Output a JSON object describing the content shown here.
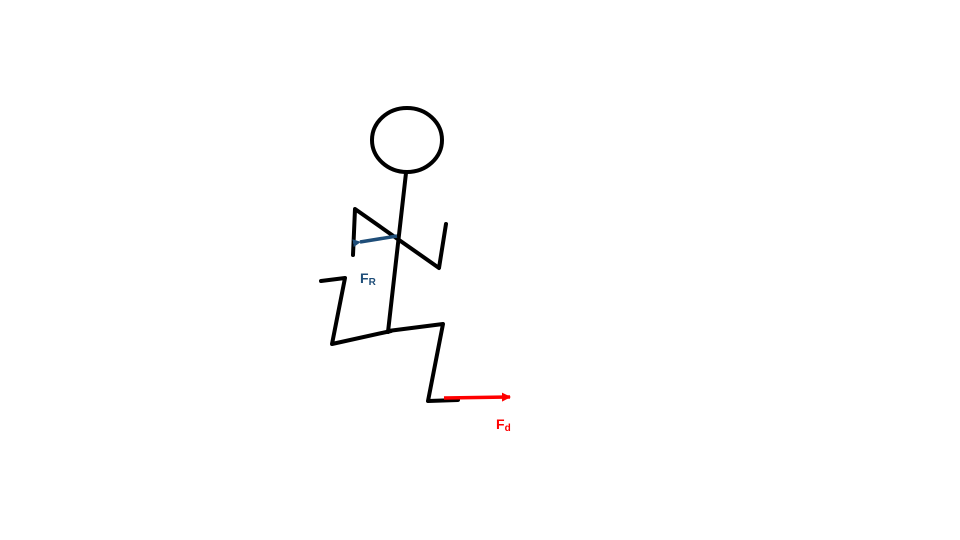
{
  "diagram": {
    "labels": {
      "friction_force": {
        "main": "F",
        "sub": "R"
      },
      "drive_force": {
        "main": "F",
        "sub": "d"
      }
    },
    "colors": {
      "figure": "#000000",
      "friction_arrow": "#1f4e79",
      "drive_arrow": "#ff0000",
      "background": "#ffffff"
    }
  }
}
